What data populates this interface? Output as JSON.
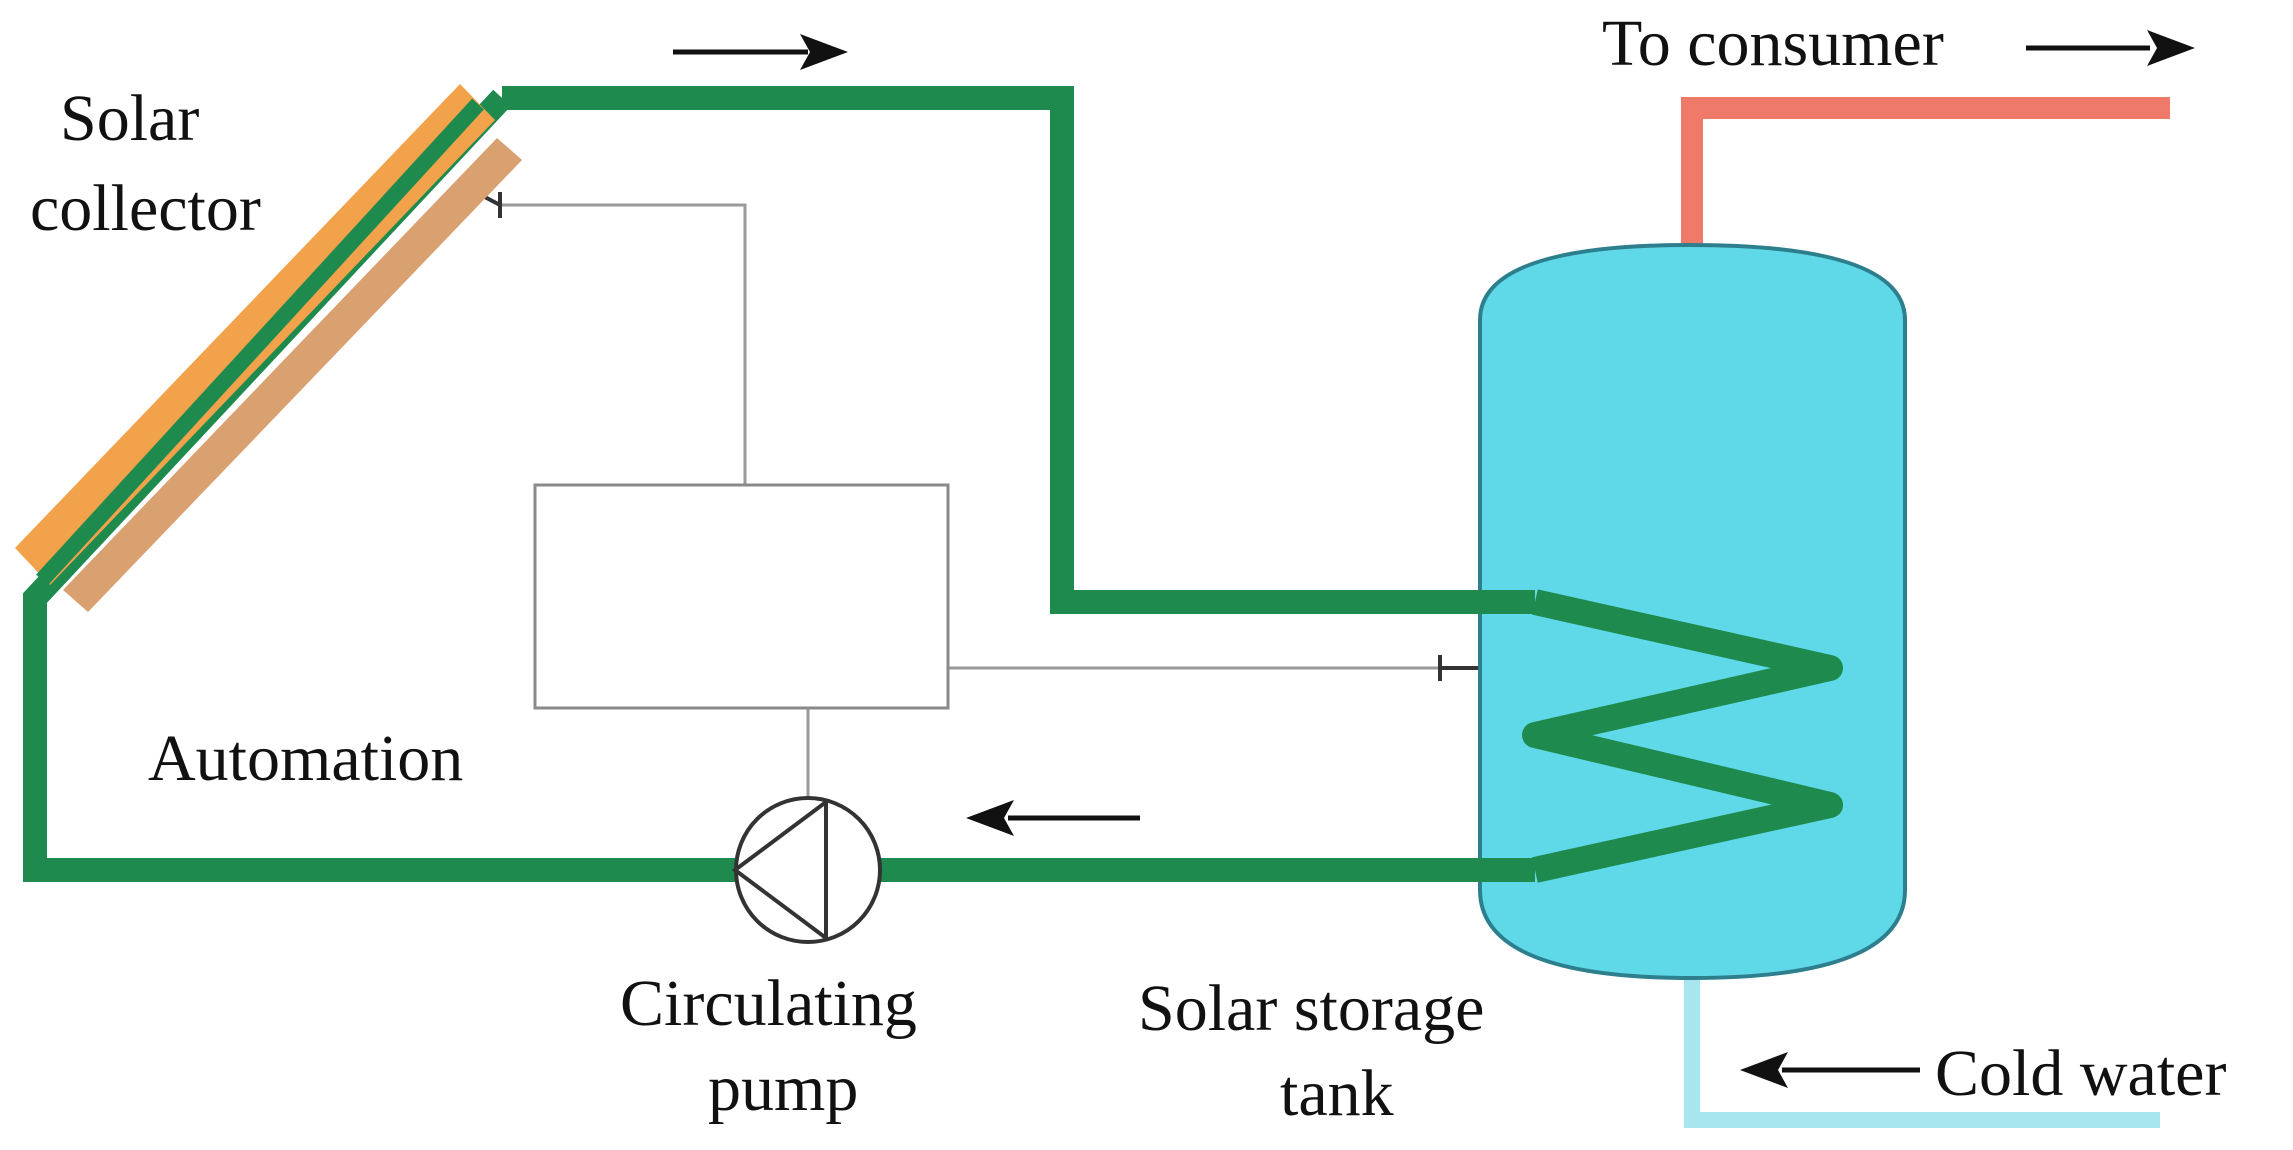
{
  "labels": {
    "solar_collector_line1": "Solar",
    "solar_collector_line2": "collector",
    "automation": "Automation",
    "circulating_pump_line1": "Circulating",
    "circulating_pump_line2": "pump",
    "solar_storage_tank_line1": "Solar storage",
    "solar_storage_tank_line2": "tank",
    "to_consumer": "To consumer",
    "cold_water": "Cold water"
  },
  "colors": {
    "collector_loop": "#1e8a4e",
    "collector_panel": "#f2a24a",
    "collector_panel_shade": "#d9a070",
    "hot_water": "#f07a6a",
    "cold_water": "#a8e6ef",
    "tank_fill": "#5fd9e8",
    "control_wire": "#9a9a9a",
    "outline": "#333333"
  }
}
